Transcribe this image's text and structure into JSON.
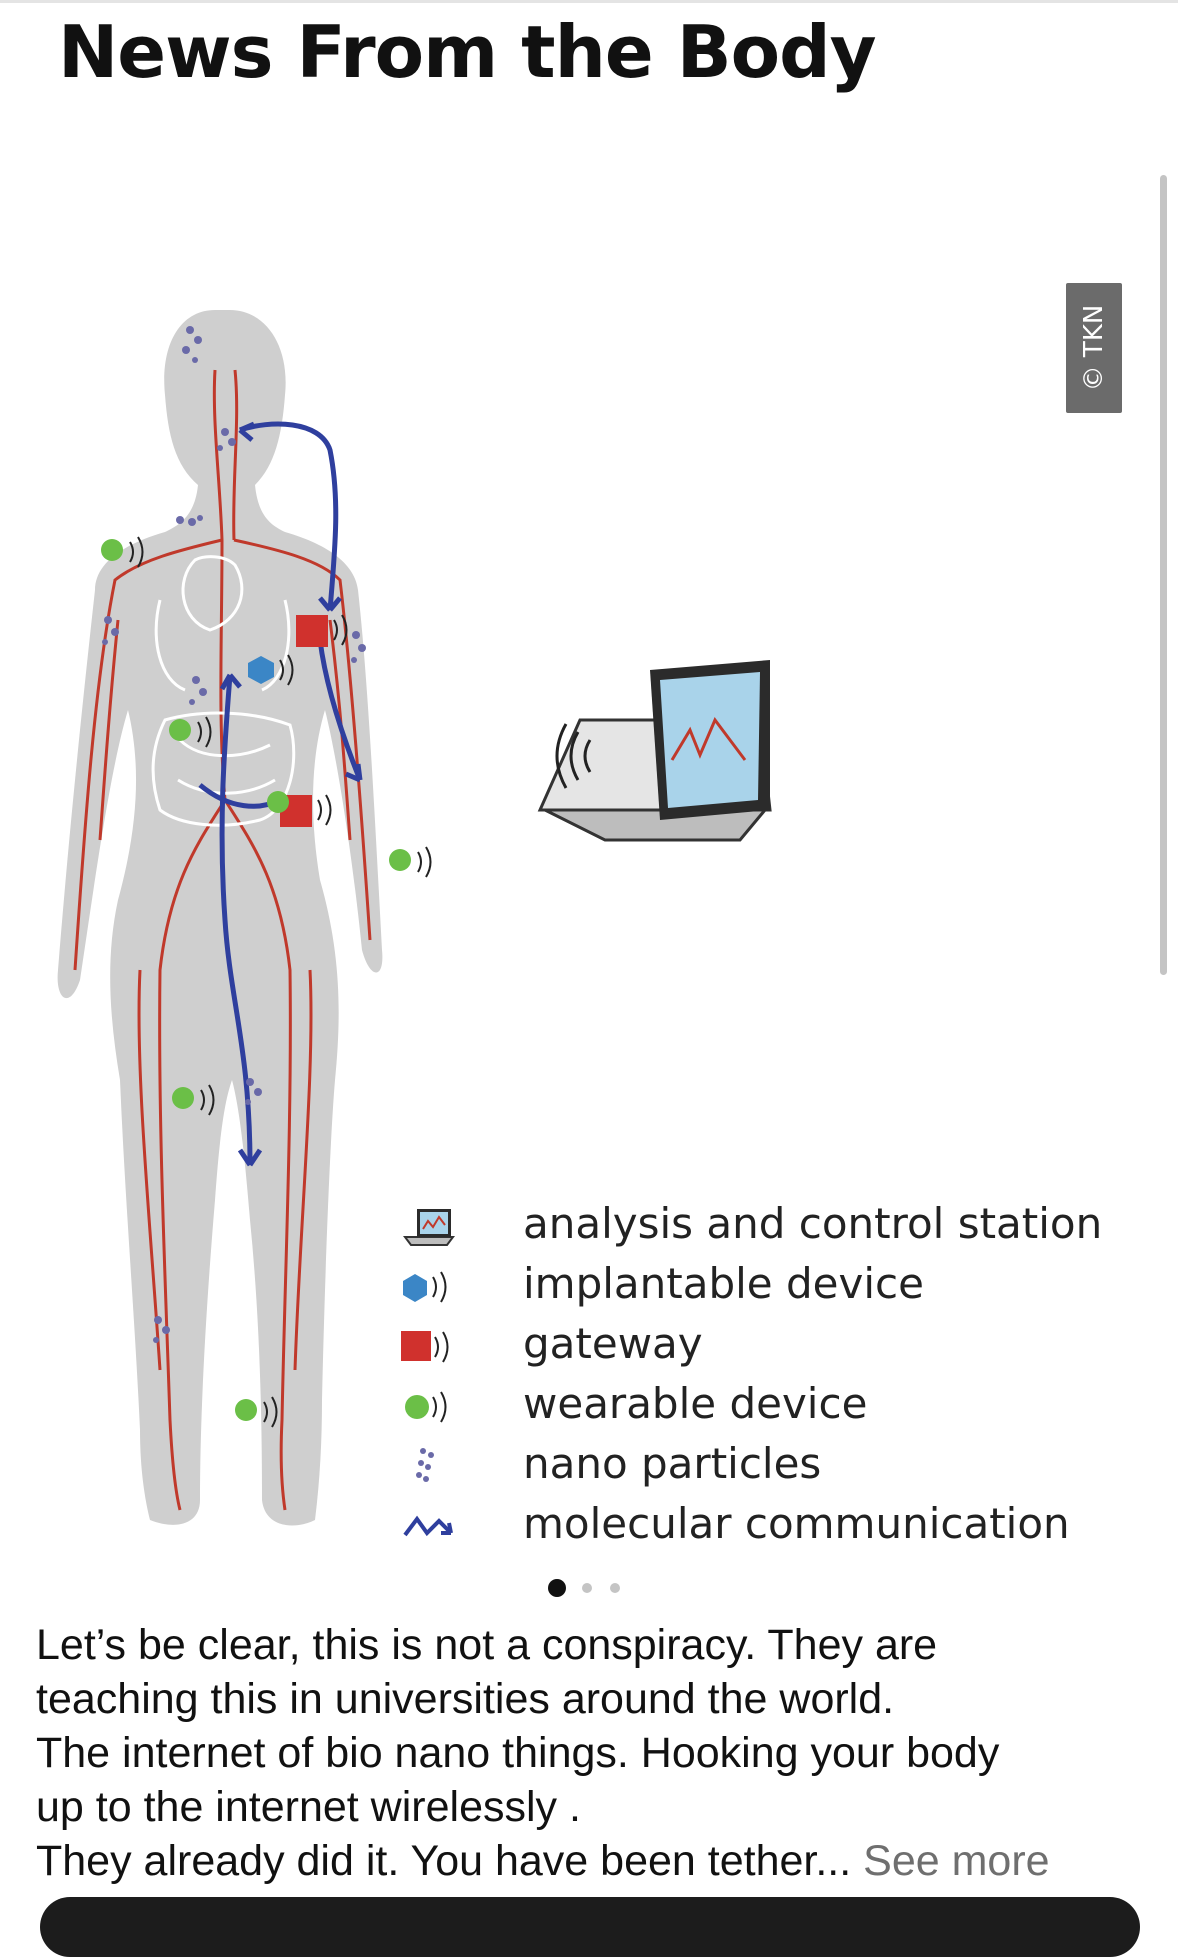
{
  "post": {
    "title": "News From the Body"
  },
  "figure": {
    "watermark": "© TKN",
    "legend": [
      {
        "icon": "laptop-icon",
        "label": "analysis and control station"
      },
      {
        "icon": "implantable-device-icon",
        "label": "implantable device"
      },
      {
        "icon": "gateway-icon",
        "label": "gateway"
      },
      {
        "icon": "wearable-device-icon",
        "label": "wearable device"
      },
      {
        "icon": "nano-particles-icon",
        "label": "nano particles"
      },
      {
        "icon": "molecular-communication-icon",
        "label": "molecular communication"
      }
    ],
    "colors": {
      "body": "#cfcfcf",
      "vessel": "#c0392b",
      "implantable": "#3b86c6",
      "gateway": "#d0312d",
      "wearable": "#6bbf47",
      "nano": "#6a6aa8",
      "molecular": "#2f3f9e"
    }
  },
  "carousel": {
    "page": 1,
    "total": 3
  },
  "caption": {
    "lines": [
      "Let’s be clear, this is not a conspiracy. They are",
      "teaching this in universities around the world.",
      "The internet of bio nano things. Hooking your body",
      "up to the internet wirelessly .",
      "They already did it. You have been tether..."
    ],
    "see_more": "See more"
  }
}
